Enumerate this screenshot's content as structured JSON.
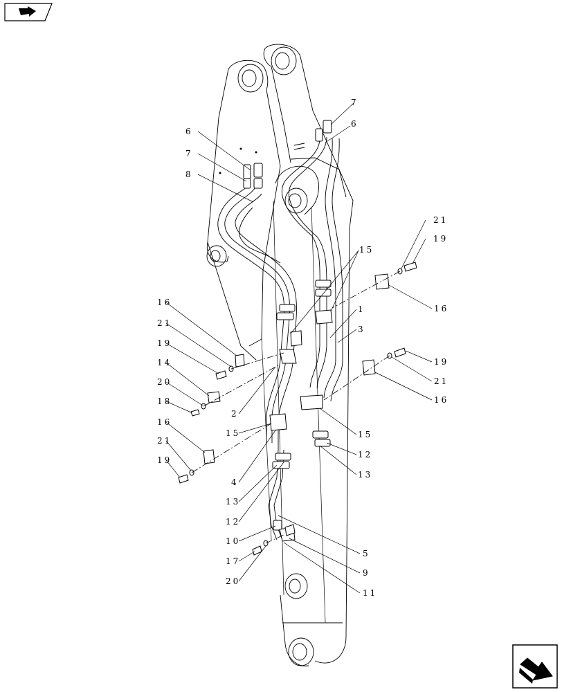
{
  "icons": {
    "top_nav": "page-arrow-icon",
    "bottom_nav": "next-page-arrow-icon"
  },
  "callouts": [
    {
      "id": "c1",
      "text": "1"
    },
    {
      "id": "c2",
      "text": "2"
    },
    {
      "id": "c3",
      "text": "3"
    },
    {
      "id": "c4",
      "text": "4"
    },
    {
      "id": "c5",
      "text": "5"
    },
    {
      "id": "c6a",
      "text": "6"
    },
    {
      "id": "c6b",
      "text": "6"
    },
    {
      "id": "c7a",
      "text": "7"
    },
    {
      "id": "c7b",
      "text": "7"
    },
    {
      "id": "c8",
      "text": "8"
    },
    {
      "id": "c9",
      "text": "9"
    },
    {
      "id": "c10",
      "text": "10"
    },
    {
      "id": "c11",
      "text": "11"
    },
    {
      "id": "c12a",
      "text": "12"
    },
    {
      "id": "c12b",
      "text": "12"
    },
    {
      "id": "c13a",
      "text": "13"
    },
    {
      "id": "c13b",
      "text": "13"
    },
    {
      "id": "c14",
      "text": "14"
    },
    {
      "id": "c15a",
      "text": "15"
    },
    {
      "id": "c15b",
      "text": "15"
    },
    {
      "id": "c15c",
      "text": "15"
    },
    {
      "id": "c16a",
      "text": "16"
    },
    {
      "id": "c16b",
      "text": "16"
    },
    {
      "id": "c16c",
      "text": "16"
    },
    {
      "id": "c16d",
      "text": "16"
    },
    {
      "id": "c17",
      "text": "17"
    },
    {
      "id": "c18",
      "text": "18"
    },
    {
      "id": "c19a",
      "text": "19"
    },
    {
      "id": "c19b",
      "text": "19"
    },
    {
      "id": "c19c",
      "text": "19"
    },
    {
      "id": "c19d",
      "text": "19"
    },
    {
      "id": "c20a",
      "text": "20"
    },
    {
      "id": "c20b",
      "text": "20"
    },
    {
      "id": "c21a",
      "text": "21"
    },
    {
      "id": "c21b",
      "text": "21"
    },
    {
      "id": "c21c",
      "text": "21"
    },
    {
      "id": "c21d",
      "text": "21"
    }
  ]
}
